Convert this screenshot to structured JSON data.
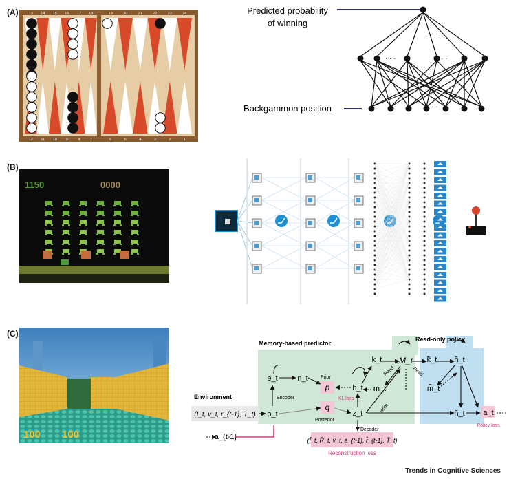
{
  "panels": {
    "a": {
      "label": "(A)",
      "board_top_numbers": [
        "13",
        "14",
        "15",
        "16",
        "17",
        "18",
        "19",
        "20",
        "21",
        "22",
        "23",
        "24"
      ],
      "board_bottom_numbers": [
        "12",
        "11",
        "10",
        "9",
        "8",
        "7",
        "6",
        "5",
        "4",
        "3",
        "2",
        "1"
      ],
      "output_label_line1": "Predicted probability",
      "output_label_line2": "of winning",
      "input_label": "Backgammon position"
    },
    "b": {
      "label": "(B)",
      "score_left": "1150",
      "score_right": "0000"
    },
    "c": {
      "label": "(C)",
      "game_hud_left": "100",
      "game_hud_right": "100",
      "environment_label": "Environment",
      "environment_tuple": "(I_t, v_t, r_{t-1}, T_t)",
      "action_label": "a_{t-1}",
      "memory_label": "Memory-based predictor",
      "policy_label": "Read-only policy",
      "encoder_label": "Encoder",
      "decoder_label": "Decoder",
      "prior_label": "Prior",
      "posterior_label": "Posterior",
      "kl_label": "KL loss",
      "read_label": "Read",
      "read_label2": "Read",
      "write_label": "write",
      "recon_tuple": "(Î_t, R̂_t, v̂_t, â_{t-1}, r̂_{t-1}, T̂_t)",
      "recon_label": "Reconstruction loss",
      "policy_loss_label": "Policy loss",
      "policy_output": "a_t",
      "nodes": {
        "o": "o_t",
        "e": "e_t",
        "n": "n_t",
        "p": "p",
        "q": "q",
        "h": "h_t",
        "z": "z_t",
        "k": "k_t",
        "m": "m_t",
        "M": "M_t",
        "kt": "k̃_t",
        "ht": "h̃_t",
        "mt": "m̃_t",
        "nt": "ñ_t"
      }
    }
  },
  "footer": "Trends in Cognitive Sciences",
  "colors": {
    "board_bg": "#e7cda6",
    "triangle_red": "#d64a2a",
    "triangle_white": "#ffffff",
    "mem_box": "#cfe7d7",
    "policy_box": "#bfdff1",
    "pink": "#f3c7d5",
    "pink_text": "#d23d7a",
    "conv_blue": "#1f8fd1"
  }
}
